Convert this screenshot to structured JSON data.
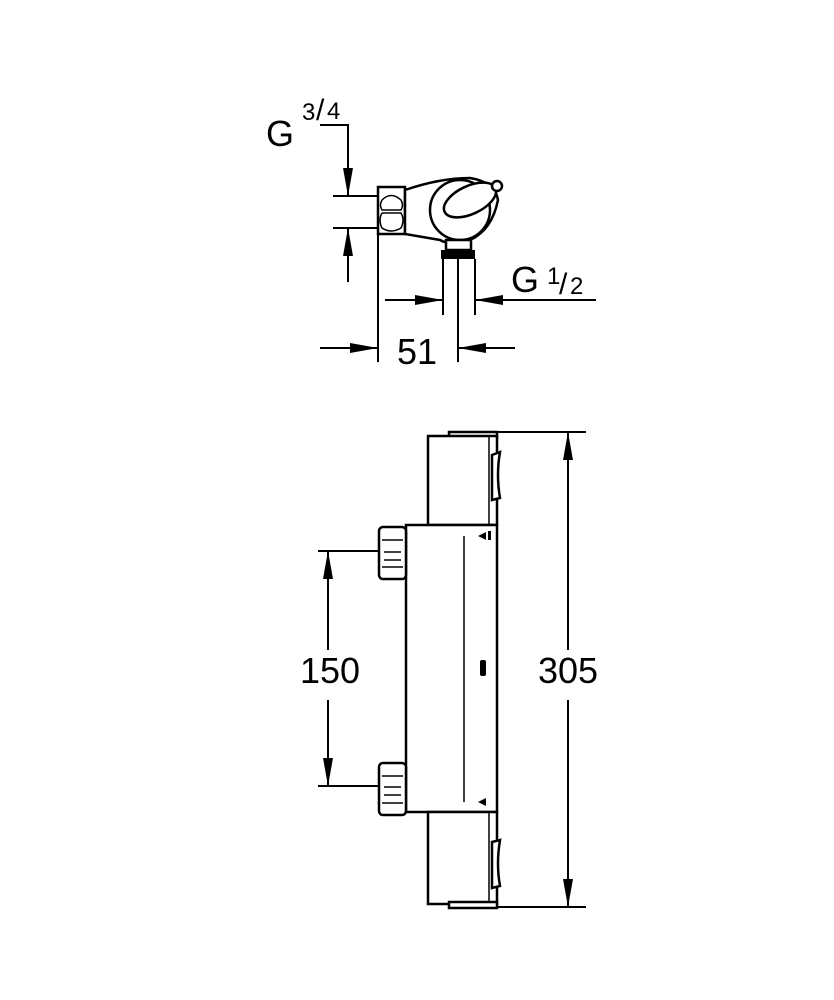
{
  "labels": {
    "inlet_thread": {
      "prefix": "G",
      "num": "3",
      "den": "4"
    },
    "outlet_thread": {
      "prefix": "G",
      "num": "1",
      "den": "2"
    },
    "depth_mm": "51",
    "inlet_spacing_mm": "150",
    "total_length_mm": "305"
  }
}
